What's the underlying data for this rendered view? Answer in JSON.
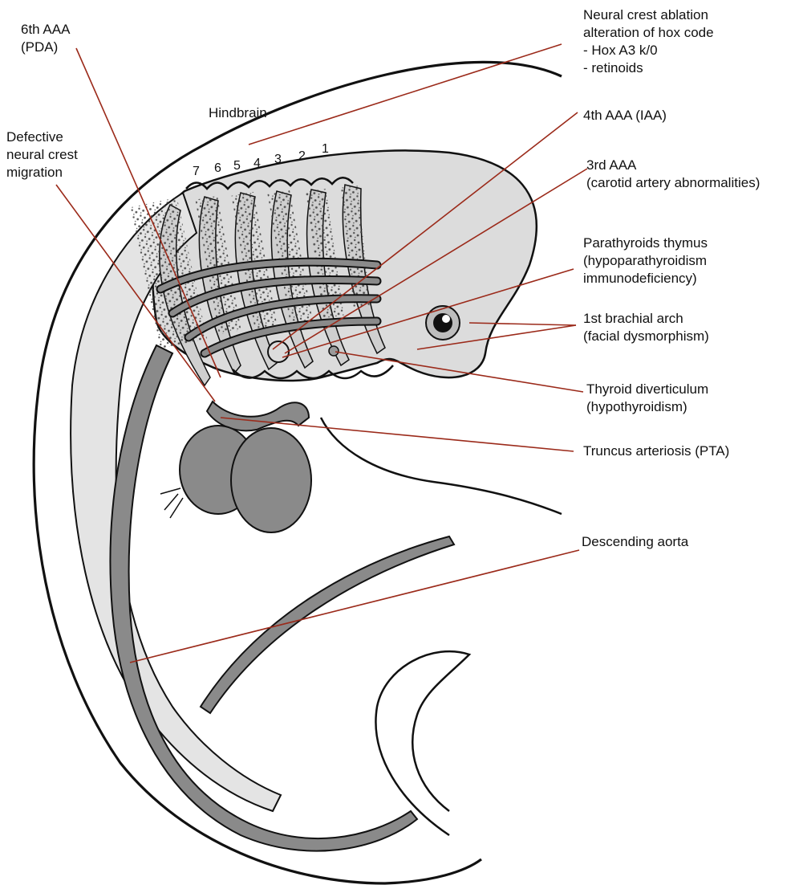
{
  "labels": {
    "pda": [
      "6th AAA",
      "(PDA)"
    ],
    "neural_crest": [
      "Defective",
      "neural crest",
      "migration"
    ],
    "hindbrain": "Hindbrain",
    "ablation": [
      "Neural crest ablation",
      "alteration of hox code",
      "- Hox A3 k/0",
      "- retinoids"
    ],
    "iaa": "4th AAA (IAA)",
    "carotid": [
      "3rd AAA",
      "(carotid artery abnormalities)"
    ],
    "parathyroid": [
      "Parathyroids thymus",
      "(hypoparathyroidism",
      "immunodeficiency)"
    ],
    "brachial": [
      "1st brachial arch",
      "(facial dysmorphism)"
    ],
    "thyroid": [
      "Thyroid diverticulum",
      "(hypothyroidism)"
    ],
    "truncus": "Truncus arteriosis (PTA)",
    "aorta": "Descending aorta"
  },
  "rhombomeres": [
    "7",
    "6",
    "5",
    "4",
    "3",
    "2",
    "1"
  ],
  "colors": {
    "leader_line": "#9b2a1a",
    "outline": "#111111",
    "vessel_fill": "#8a8a8a",
    "tissue_fill": "#dcdcdc",
    "crest_dots": "#3a3a3a"
  }
}
